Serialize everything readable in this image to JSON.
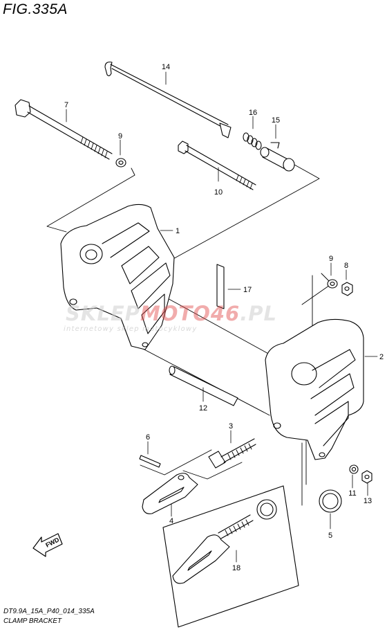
{
  "figure": {
    "title": "FIG.335A"
  },
  "callouts": [
    {
      "id": "14",
      "label": "14"
    },
    {
      "id": "7",
      "label": "7"
    },
    {
      "id": "16",
      "label": "16"
    },
    {
      "id": "15",
      "label": "15"
    },
    {
      "id": "9a",
      "label": "9"
    },
    {
      "id": "10",
      "label": "10"
    },
    {
      "id": "1",
      "label": "1"
    },
    {
      "id": "9b",
      "label": "9"
    },
    {
      "id": "8",
      "label": "8"
    },
    {
      "id": "17",
      "label": "17"
    },
    {
      "id": "2",
      "label": "2"
    },
    {
      "id": "12",
      "label": "12"
    },
    {
      "id": "3",
      "label": "3"
    },
    {
      "id": "6",
      "label": "6"
    },
    {
      "id": "4",
      "label": "4"
    },
    {
      "id": "11",
      "label": "11"
    },
    {
      "id": "13",
      "label": "13"
    },
    {
      "id": "5",
      "label": "5"
    },
    {
      "id": "18",
      "label": "18"
    }
  ],
  "fwd_label": "FWD",
  "watermark": {
    "part1": "SKLEP",
    "part2": "MOTO46",
    "part3": ".PL",
    "subtitle": "internetowy sklep motocyklowy"
  },
  "footer": {
    "code": "DT9.9A_15A_P40_014_335A",
    "name": "CLAMP BRACKET"
  }
}
